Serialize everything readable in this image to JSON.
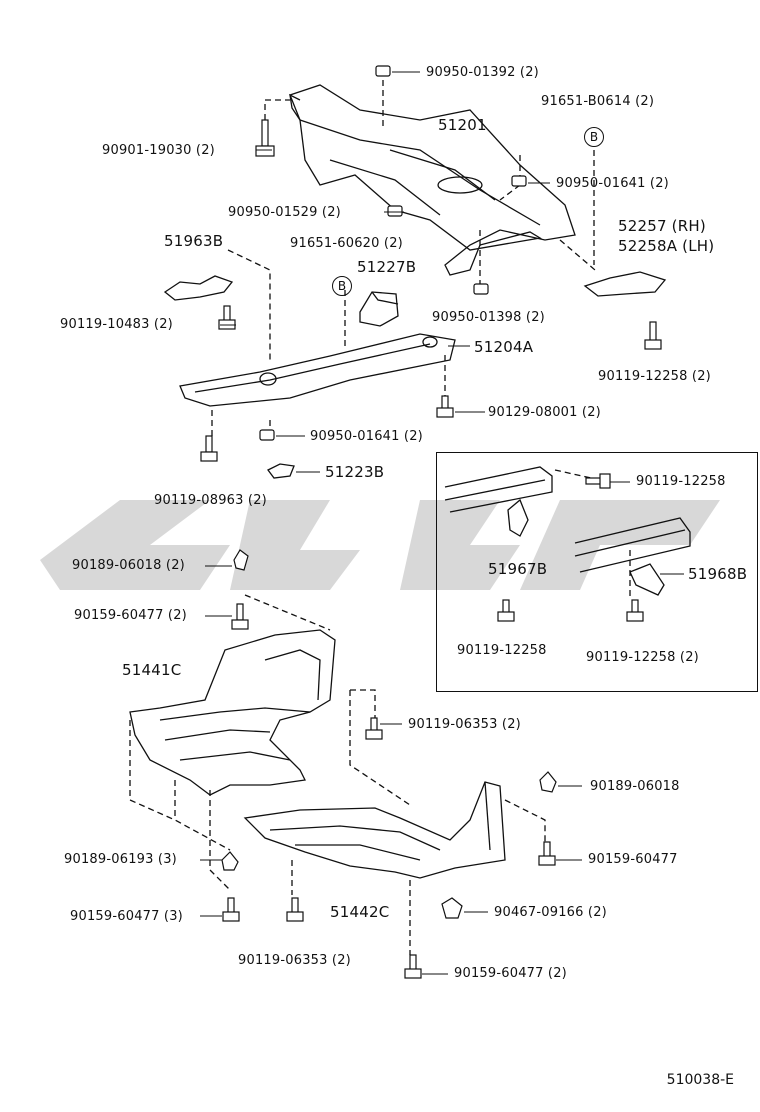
{
  "parts": {
    "p_01392": "90950-01392 (2)",
    "p_0614": "91651-B0614 (2)",
    "p_51201": "51201",
    "p_19030": "90901-19030 (2)",
    "p_01641a": "90950-01641 (2)",
    "p_01529": "90950-01529 (2)",
    "p_52257": "52257 (RH)",
    "p_52258": "52258A (LH)",
    "p_51963": "51963B",
    "p_60620": "91651-60620 (2)",
    "p_51227": "51227B",
    "p_10483": "90119-10483 (2)",
    "p_01398": "90950-01398 (2)",
    "p_51204": "51204A",
    "p_12258a": "90119-12258 (2)",
    "p_08001": "90129-08001 (2)",
    "p_01641b": "90950-01641 (2)",
    "p_51223": "51223B",
    "p_08963": "90119-08963 (2)",
    "p_12258b": "90119-12258",
    "p_06018a": "90189-06018 (2)",
    "p_51967": "51967B",
    "p_51968": "51968B",
    "p_60477a": "90159-60477 (2)",
    "p_12258c": "90119-12258",
    "p_12258d": "90119-12258 (2)",
    "p_51441": "51441C",
    "p_06353a": "90119-06353 (2)",
    "p_06018b": "90189-06018",
    "p_06193": "90189-06193 (3)",
    "p_60477b": "90159-60477",
    "p_51442": "51442C",
    "p_09166": "90467-09166 (2)",
    "p_60477c": "90159-60477 (3)",
    "p_06353b": "90119-06353 (2)",
    "p_60477d": "90159-60477 (2)"
  },
  "ref_marks": {
    "b1": "B",
    "b2": "B"
  },
  "doc_number": "510038-E",
  "colors": {
    "line": "#111111",
    "watermark": "#d6d6d6"
  }
}
